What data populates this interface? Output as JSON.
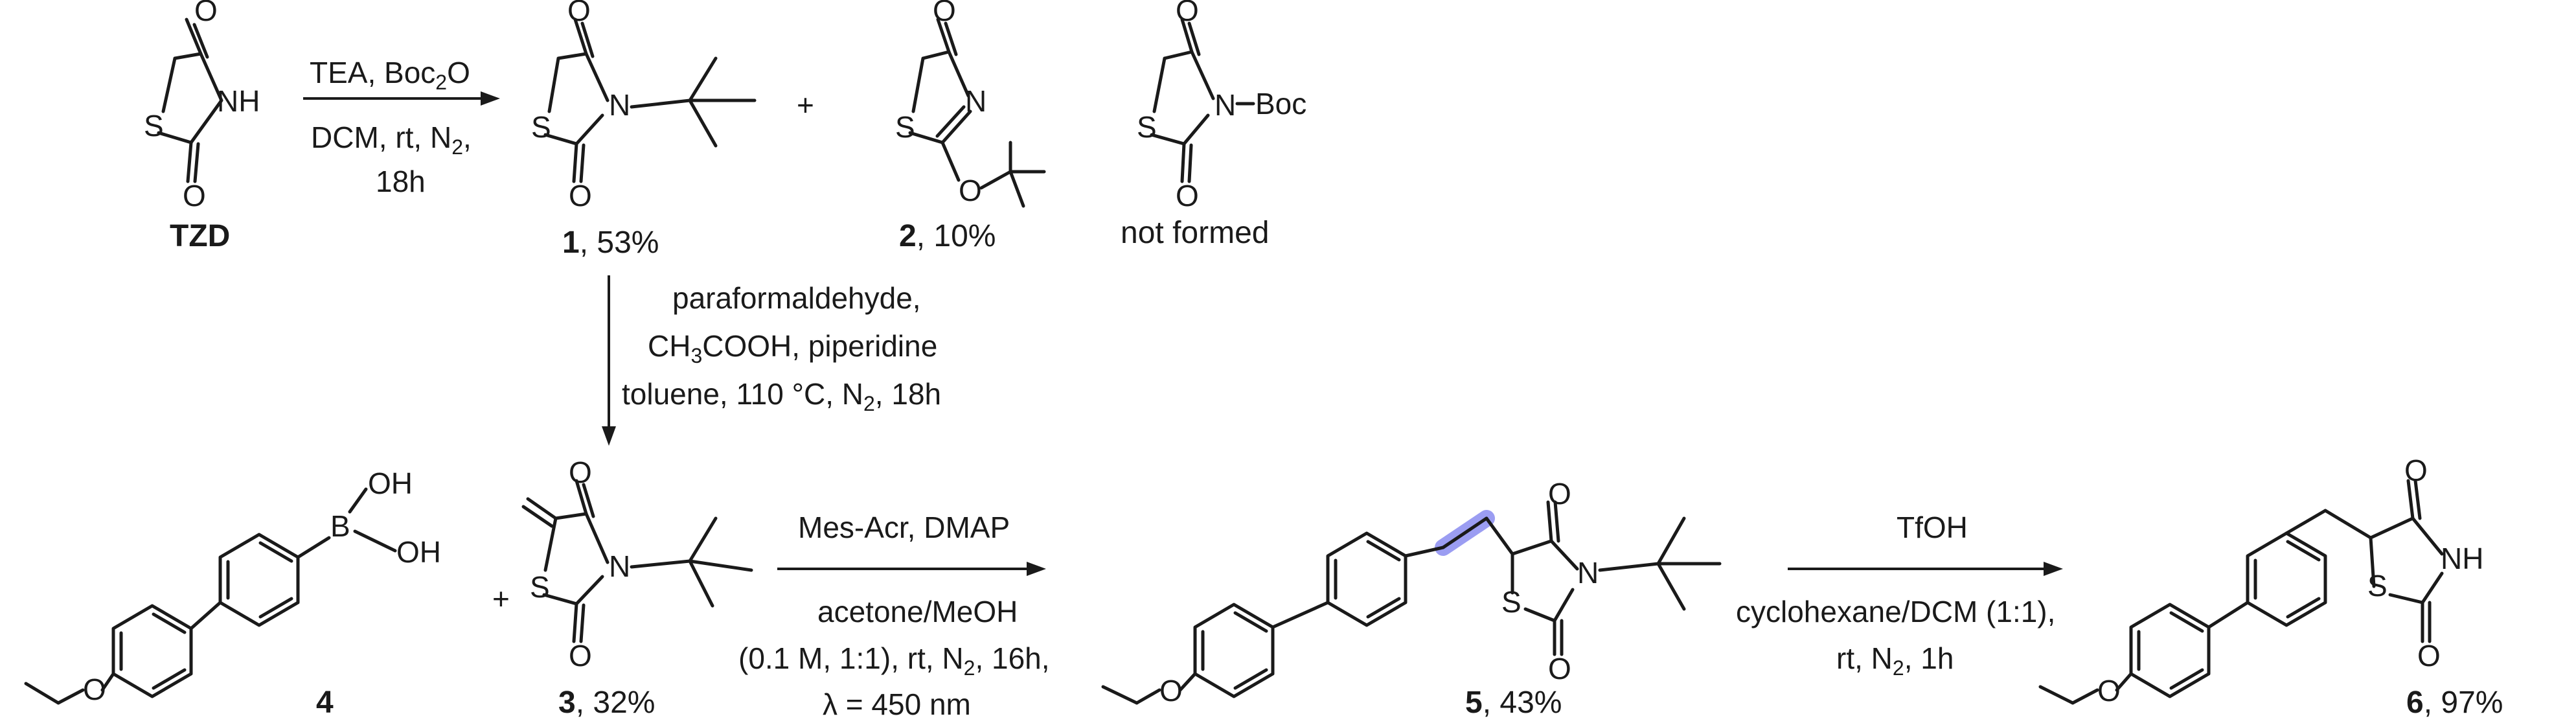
{
  "reaction1": {
    "reagents_top": "TEA, Boc",
    "reagents_top_sub": "2",
    "reagents_top_tail": "O",
    "conditions_line1_a": "DCM, rt, N",
    "conditions_line1_sub": "2",
    "conditions_line1_tail": ",",
    "conditions_line2": "18h"
  },
  "reaction2": {
    "line1": "paraformaldehyde,",
    "line2_a": "CH",
    "line2_sub1": "3",
    "line2_b": "COOH, piperidine",
    "line3_a": "toluene, 110 °C, N",
    "line3_sub": "2",
    "line3_b": ", 18h"
  },
  "reaction3": {
    "top": "Mes-Acr, DMAP",
    "line1": "acetone/MeOH",
    "line2_a": "(0.1 M, 1:1), rt, N",
    "line2_sub": "2",
    "line2_b": ", 16h,",
    "line3": "λ = 450 nm"
  },
  "reaction4": {
    "top": "TfOH",
    "line1": "cyclohexane/DCM (1:1),",
    "line2_a": "rt, N",
    "line2_sub": "2",
    "line2_b": ", 1h"
  },
  "compounds": {
    "tzd": {
      "label": "TZD"
    },
    "c1": {
      "num": "1",
      "yield": ", 53%"
    },
    "c2": {
      "num": "2",
      "yield": ", 10%"
    },
    "boc": {
      "label": "not formed",
      "substituent": "Boc"
    },
    "c3": {
      "num": "3",
      "yield": ", 32%"
    },
    "c4": {
      "num": "4"
    },
    "c5": {
      "num": "5",
      "yield": ", 43%"
    },
    "c6": {
      "num": "6",
      "yield": ", 97%"
    }
  },
  "plus_sign": "+",
  "atoms": {
    "O": "O",
    "S": "S",
    "N": "N",
    "NH": "NH",
    "B": "B",
    "OH": "OH"
  },
  "colors": {
    "highlight": "#8a8cf0",
    "ink": "#1a1a1a"
  }
}
